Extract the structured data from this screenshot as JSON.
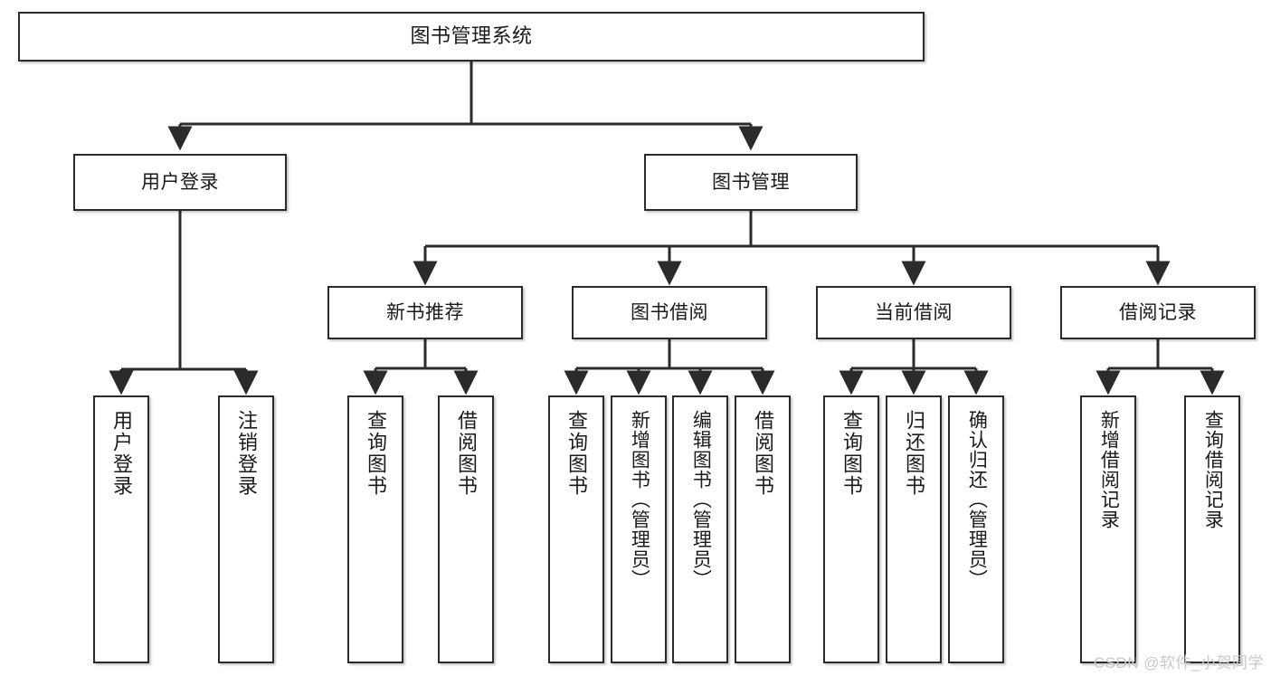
{
  "diagram": {
    "title": "图书管理系统",
    "type": "tree-hierarchy",
    "root": {
      "id": "root",
      "label": "图书管理系统"
    },
    "level2": [
      {
        "id": "login",
        "label": "用户登录"
      },
      {
        "id": "bookmgmt",
        "label": "图书管理"
      }
    ],
    "level3": [
      {
        "id": "newbook",
        "label": "新书推荐",
        "parent": "bookmgmt"
      },
      {
        "id": "borrow",
        "label": "图书借阅",
        "parent": "bookmgmt"
      },
      {
        "id": "current",
        "label": "当前借阅",
        "parent": "bookmgmt"
      },
      {
        "id": "record",
        "label": "借阅记录",
        "parent": "bookmgmt"
      }
    ],
    "leaves": [
      {
        "id": "leaf1",
        "label": "用户登录",
        "parent": "login"
      },
      {
        "id": "leaf2",
        "label": "注销登录",
        "parent": "login"
      },
      {
        "id": "leaf3",
        "label": "查询图书",
        "parent": "newbook"
      },
      {
        "id": "leaf4",
        "label": "借阅图书",
        "parent": "newbook"
      },
      {
        "id": "leaf5",
        "label": "查询图书",
        "parent": "borrow"
      },
      {
        "id": "leaf6",
        "label": "新增图书（管理员）",
        "parent": "borrow"
      },
      {
        "id": "leaf7",
        "label": "编辑图书（管理员）",
        "parent": "borrow"
      },
      {
        "id": "leaf8",
        "label": "借阅图书",
        "parent": "borrow"
      },
      {
        "id": "leaf9",
        "label": "查询图书",
        "parent": "current"
      },
      {
        "id": "leaf10",
        "label": "归还图书",
        "parent": "current"
      },
      {
        "id": "leaf11",
        "label": "确认归还（管理员）",
        "parent": "current"
      },
      {
        "id": "leaf12",
        "label": "新增借阅记录",
        "parent": "record"
      },
      {
        "id": "leaf13",
        "label": "查询借阅记录",
        "parent": "record"
      }
    ],
    "colors": {
      "box_border": "#2b2b2b",
      "box_fill": "#ffffff",
      "connector": "#2b2b2b",
      "background": "#ffffff",
      "watermark": "#c9c9c9"
    }
  },
  "watermark": {
    "text": "CSDN @软件_小贺同学"
  }
}
